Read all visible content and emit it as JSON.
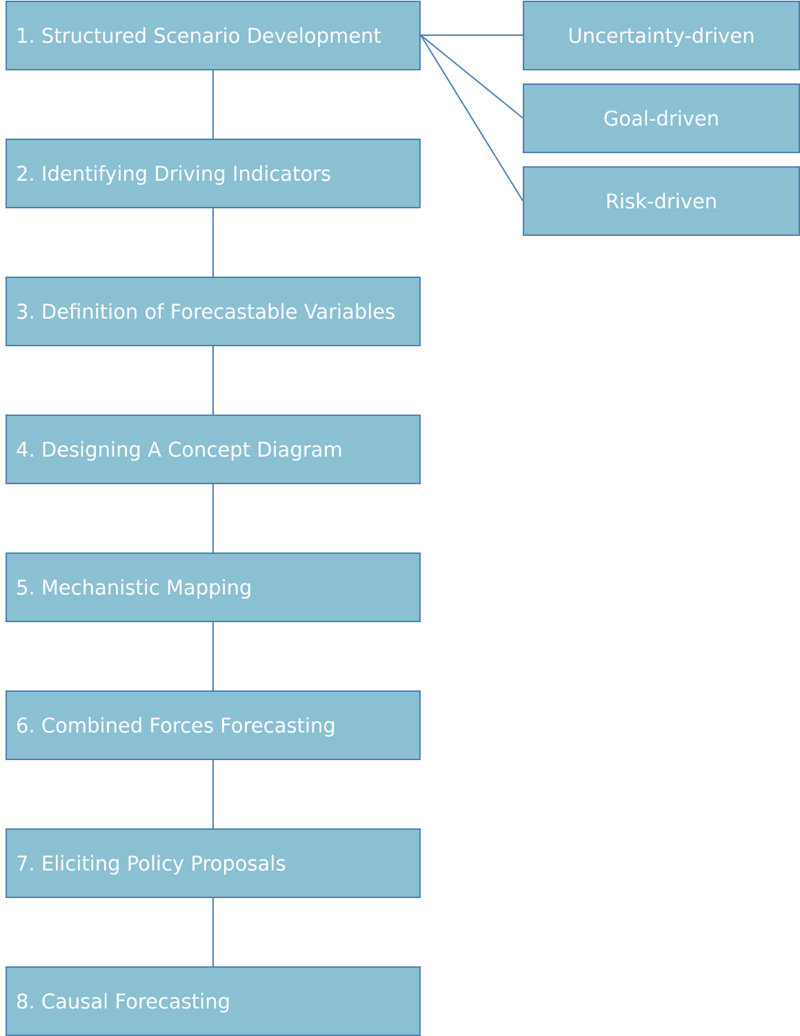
{
  "steps": [
    {
      "label": "1. Structured Scenario Development"
    },
    {
      "label": "2. Identifying Driving Indicators"
    },
    {
      "label": "3. Definition of Forecastable Variables"
    },
    {
      "label": "4. Designing A Concept Diagram"
    },
    {
      "label": "5. Mechanistic Mapping"
    },
    {
      "label": "6. Combined Forces Forecasting"
    },
    {
      "label": "7. Eliciting Policy Proposals"
    },
    {
      "label": "8. Causal Forecasting"
    }
  ],
  "branches": [
    {
      "label": "Uncertainty-driven"
    },
    {
      "label": "Goal-driven"
    },
    {
      "label": "Risk-driven"
    }
  ],
  "colors": {
    "box_fill": "#8bbfd2",
    "box_border": "#4a7eb5",
    "text": "#ffffff",
    "connector": "#4a7eb5"
  }
}
